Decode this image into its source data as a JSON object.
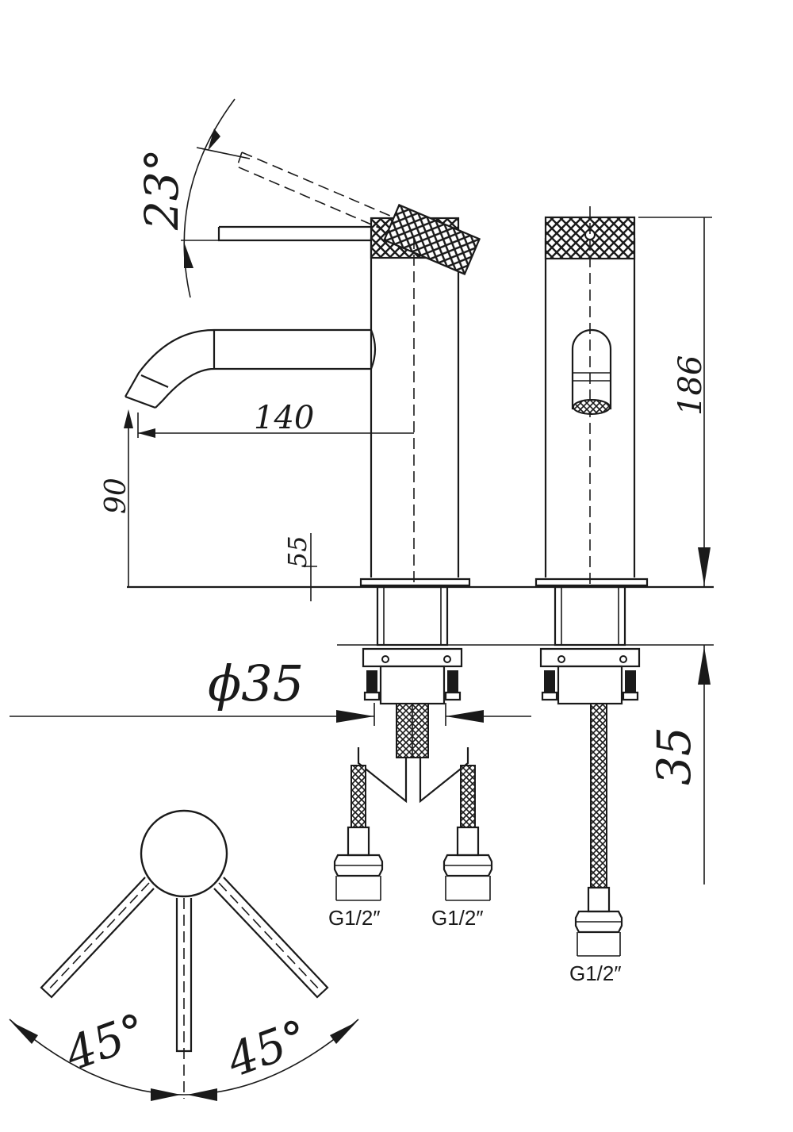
{
  "dimensions": {
    "lever_angle": "23°",
    "spout_reach": "140",
    "spout_height": "90",
    "base_height": "55",
    "body_height": "186",
    "hole_diameter": "ϕ35",
    "deck_thickness": "35",
    "rotation_left": "45°",
    "rotation_right": "45°"
  },
  "connections": {
    "hot": "G1/2″",
    "cold": "G1/2″",
    "side": "G1/2″"
  }
}
